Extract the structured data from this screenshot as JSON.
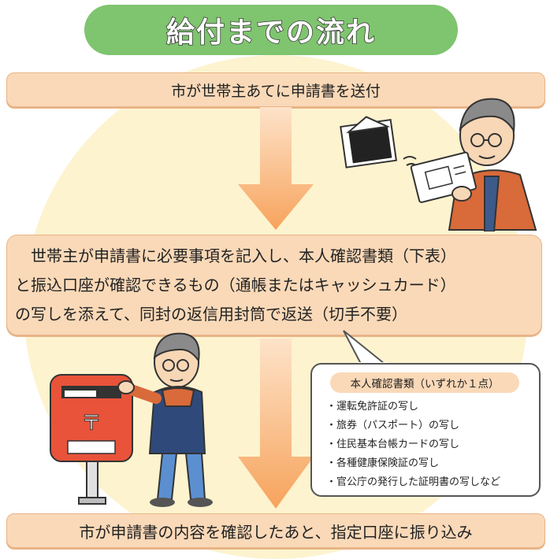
{
  "title": "給付までの流れ",
  "steps": {
    "step1": "市が世帯主あてに申請書を送付",
    "step2": {
      "line1": "　世帯主が申請書に必要事項を記入し、本人確認書類（下表）",
      "line2": "と振込口座が確認できるもの（通帳またはキャッシュカード）",
      "line3": "の写しを添えて、同封の返信用封筒で返送（切手不要）"
    },
    "step3": "市が申請書の内容を確認したあと、指定口座に振り込み"
  },
  "id_documents": {
    "header": "本人確認書類（いずれか１点）",
    "items": [
      "・運転免許証の写し",
      "・旅券（パスポート）の写し",
      "・住民基本台帳カードの写し",
      "・各種健康保険証の写し",
      "・官公庁の発行した証明書の写しなど"
    ]
  },
  "colors": {
    "title_bg": "#7fc46f",
    "step_bg": "#fad9b8",
    "arrow": "#f7a35c",
    "background_circle": "#fdf3cf",
    "postbox": "#e8533a"
  }
}
